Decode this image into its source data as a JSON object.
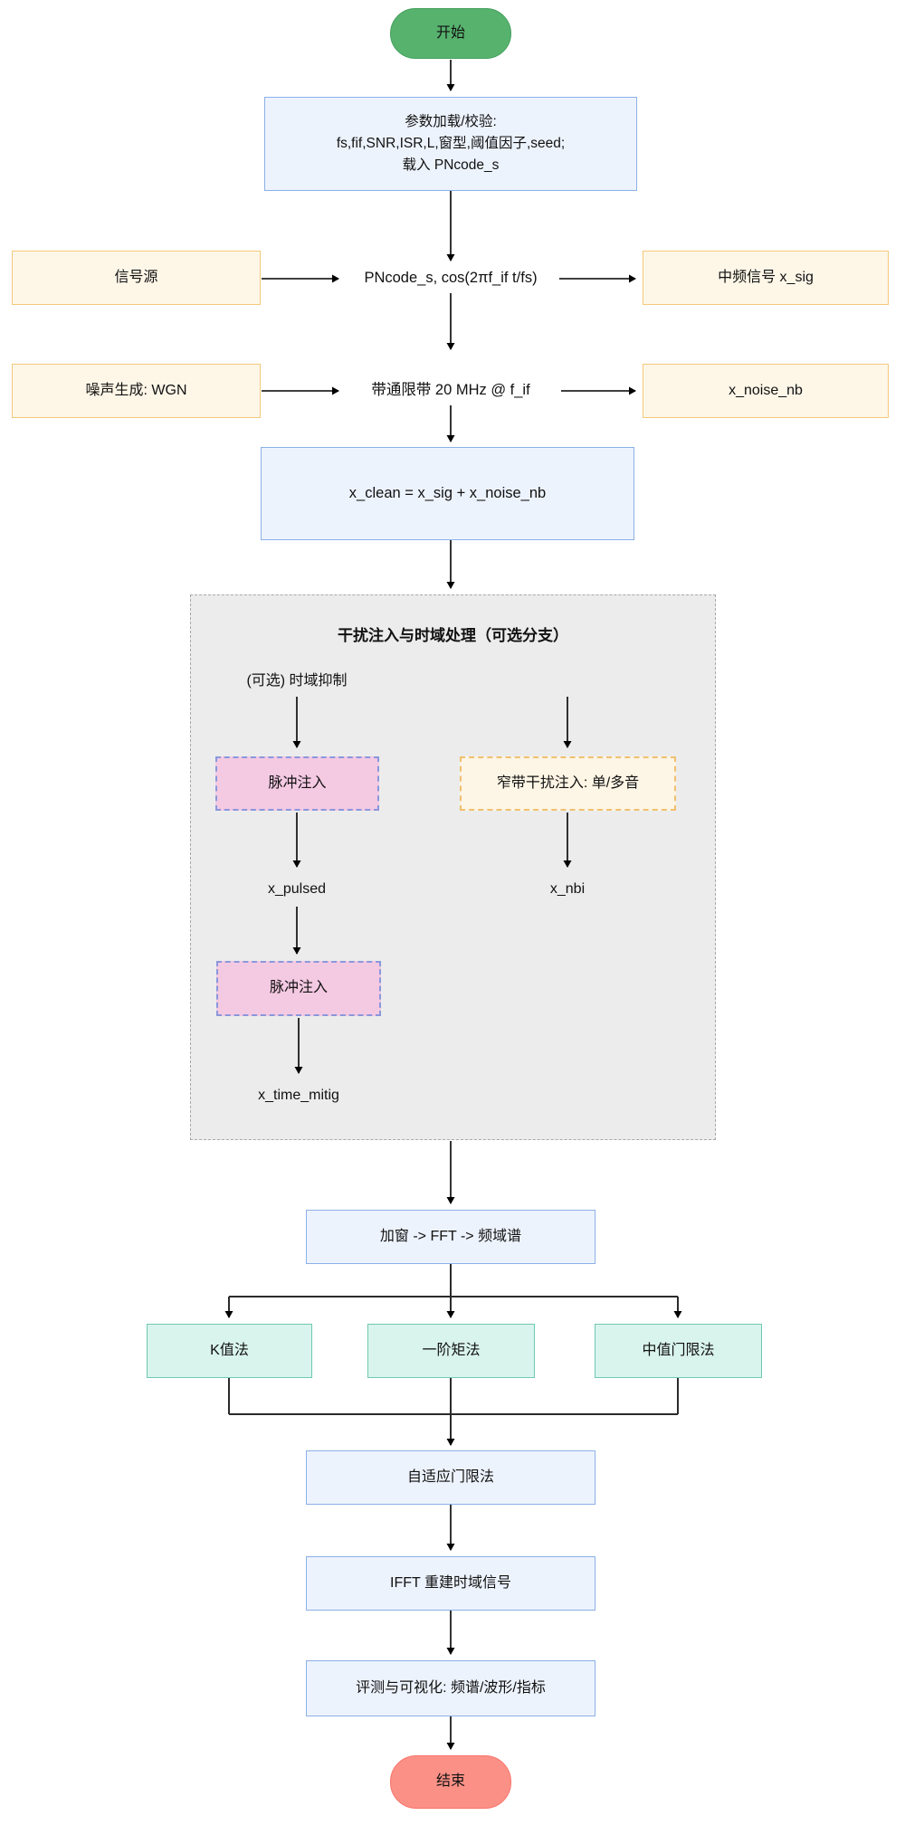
{
  "palette": {
    "start-fill": "#57b26e",
    "start-stroke": "#44a05d",
    "end-fill": "#fb9086",
    "end-stroke": "#f8766c",
    "blue-fill": "#edf3fd",
    "blue-stroke": "#8cb0e8",
    "orange-fill": "#fef7e8",
    "orange-stroke": "#f5c87c",
    "mint-fill": "#d9f4ec",
    "mint-stroke": "#6fc8b2",
    "pink-fill": "#f4c9e2",
    "pink-stroke": "#8a97dc",
    "cream-fill": "#fdf5e5",
    "cream-stroke": "#f0c070",
    "container-fill": "#ececec",
    "container-stroke": "#a9a9a9",
    "line": "#000000"
  },
  "nodes": {
    "start": {
      "label": "开始"
    },
    "params": {
      "line1": "参数加载/校验:",
      "line2": "fs,fif,SNR,ISR,L,窗型,阈值因子,seed;",
      "line3": "载入 PNcode_s"
    },
    "signal_source": {
      "label": "信号源"
    },
    "modulate": {
      "label": "PNcode_s, cos(2πf_if t/fs)"
    },
    "if_signal": {
      "label": "中频信号 x_sig"
    },
    "noise_gen": {
      "label": "噪声生成: WGN"
    },
    "bandpass": {
      "label": "带通限带 20 MHz @ f_if"
    },
    "noise_nb": {
      "label": "x_noise_nb"
    },
    "x_clean": {
      "label": "x_clean = x_sig + x_noise_nb"
    },
    "container": {
      "title": "干扰注入与时域处理（可选分支）"
    },
    "optional_label": {
      "label": "(可选) 时域抑制"
    },
    "pulse_inject_1": {
      "label": "脉冲注入"
    },
    "nbi_inject": {
      "label": "窄带干扰注入: 单/多音"
    },
    "x_pulsed": {
      "label": "x_pulsed"
    },
    "x_nbi": {
      "label": "x_nbi"
    },
    "pulse_inject_2": {
      "label": "脉冲注入"
    },
    "x_time_mitig": {
      "label": "x_time_mitig"
    },
    "fft": {
      "label": "加窗 -> FFT -> 频域谱"
    },
    "k_method": {
      "label": "K值法"
    },
    "moment_method": {
      "label": "一阶矩法"
    },
    "median_method": {
      "label": "中值门限法"
    },
    "adaptive": {
      "label": "自适应门限法"
    },
    "ifft": {
      "label": "IFFT 重建时域信号"
    },
    "evaluate": {
      "label": "评测与可视化: 频谱/波形/指标"
    },
    "end": {
      "label": "结束"
    }
  }
}
